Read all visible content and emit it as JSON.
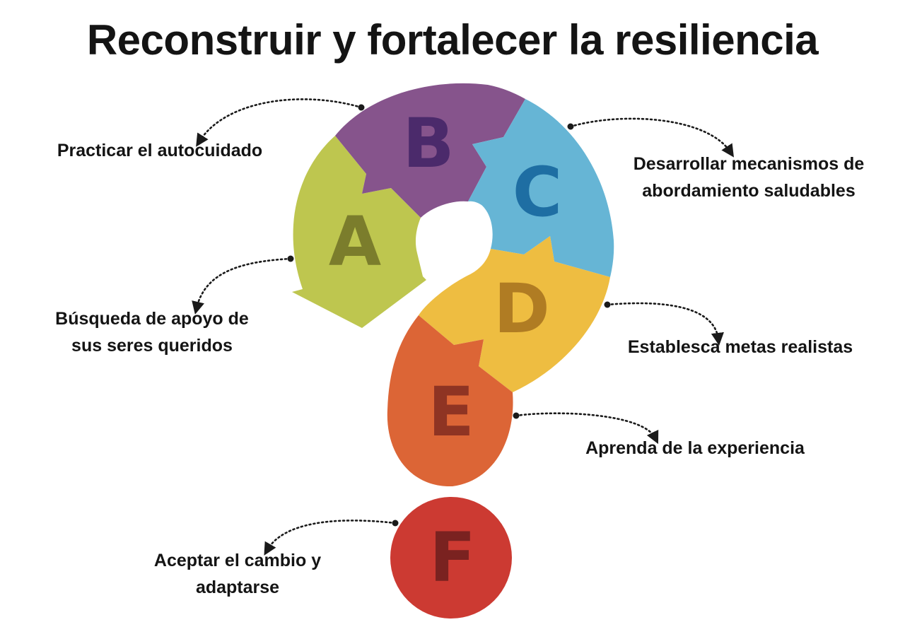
{
  "title": "Reconstruir y fortalecer la resiliencia",
  "segments": [
    {
      "id": "A",
      "letter": "A",
      "fill": "#bec64f",
      "letter_color": "#7b7d2c",
      "label_lines": [
        "Búsqueda de apoyo de",
        "sus seres queridos"
      ]
    },
    {
      "id": "B",
      "letter": "B",
      "fill": "#86548c",
      "letter_color": "#4b2a6b",
      "label_lines": [
        "Practicar el autocuidado"
      ]
    },
    {
      "id": "C",
      "letter": "C",
      "fill": "#66b5d5",
      "letter_color": "#1e6ea3",
      "label_lines": [
        "Desarrollar mecanismos de",
        "abordamiento saludables"
      ]
    },
    {
      "id": "D",
      "letter": "D",
      "fill": "#eebd41",
      "letter_color": "#b07c23",
      "label_lines": [
        "Establesca metas realistas"
      ]
    },
    {
      "id": "E",
      "letter": "E",
      "fill": "#dc6536",
      "letter_color": "#8f3423",
      "label_lines": [
        "Aprenda de la experiencia"
      ]
    },
    {
      "id": "F",
      "letter": "F",
      "fill": "#cc3a32",
      "letter_color": "#7a2220",
      "label_lines": [
        "Aceptar el cambio y",
        "adaptarse"
      ]
    }
  ]
}
